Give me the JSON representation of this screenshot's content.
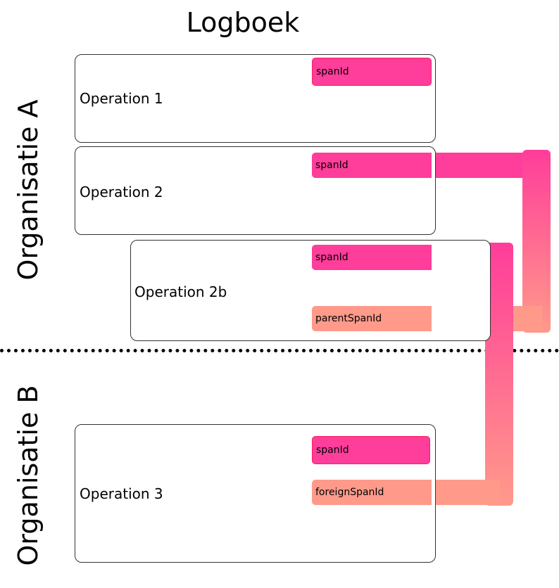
{
  "title": "Logboek",
  "organisations": {
    "a": "Organisatie A",
    "b": "Organisatie B"
  },
  "operations": {
    "op1": {
      "label": "Operation 1",
      "span_id": "spanId"
    },
    "op2": {
      "label": "Operation 2",
      "span_id": "spanId"
    },
    "op2b": {
      "label": "Operation 2b",
      "span_id": "spanId",
      "parent_span_id": "parentSpanId"
    },
    "op3": {
      "label": "Operation 3",
      "span_id": "spanId",
      "foreign_span_id": "foreignSpanId"
    }
  },
  "colors": {
    "span_id": "#ff3d9a",
    "span_id_border": "#ff1e5a",
    "link_end": "#ff9a8a"
  }
}
